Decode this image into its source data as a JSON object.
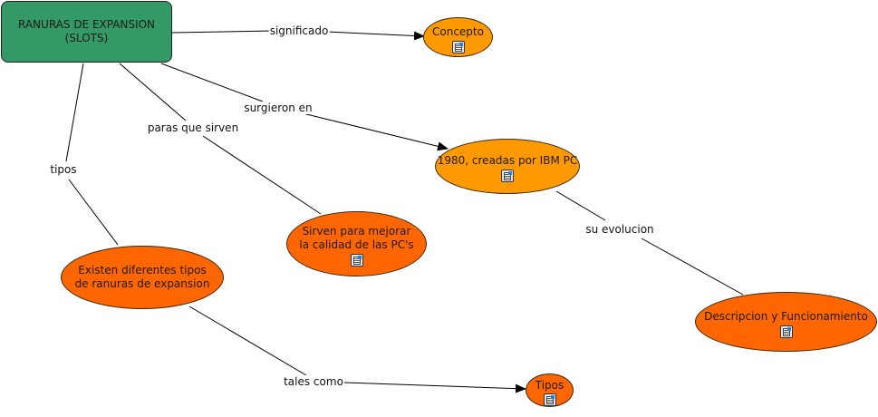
{
  "map": {
    "root": {
      "label": "RANURAS DE EXPANSION\n(SLOTS)",
      "color": "#339966"
    },
    "nodes": [
      {
        "id": "concepto",
        "label": "Concepto",
        "has_resource": true,
        "color": "#ff9900"
      },
      {
        "id": "origen",
        "label": "1980, creadas por IBM PC",
        "has_resource": true,
        "color": "#ff9900"
      },
      {
        "id": "utilidad",
        "label": "Sirven para mejorar\nla calidad de las PC's",
        "has_resource": true,
        "color": "#ff6600"
      },
      {
        "id": "tipos-existen",
        "label": "Existen diferentes tipos\nde ranuras de expansion",
        "has_resource": false,
        "color": "#ff6600"
      },
      {
        "id": "descripcion",
        "label": "Descripcion y Funcionamiento",
        "has_resource": true,
        "color": "#ff6600"
      },
      {
        "id": "tipos",
        "label": "Tipos",
        "has_resource": true,
        "color": "#ff6600"
      }
    ],
    "links": [
      {
        "label": "significado",
        "from": "root",
        "to": "concepto"
      },
      {
        "label": "surgieron en",
        "from": "root",
        "to": "origen"
      },
      {
        "label": "paras que sirven",
        "from": "root",
        "to": "utilidad"
      },
      {
        "label": "tipos",
        "from": "root",
        "to": "tipos-existen"
      },
      {
        "label": "su evolucion",
        "from": "origen",
        "to": "descripcion"
      },
      {
        "label": "tales como",
        "from": "tipos-existen",
        "to": "tipos"
      }
    ]
  }
}
